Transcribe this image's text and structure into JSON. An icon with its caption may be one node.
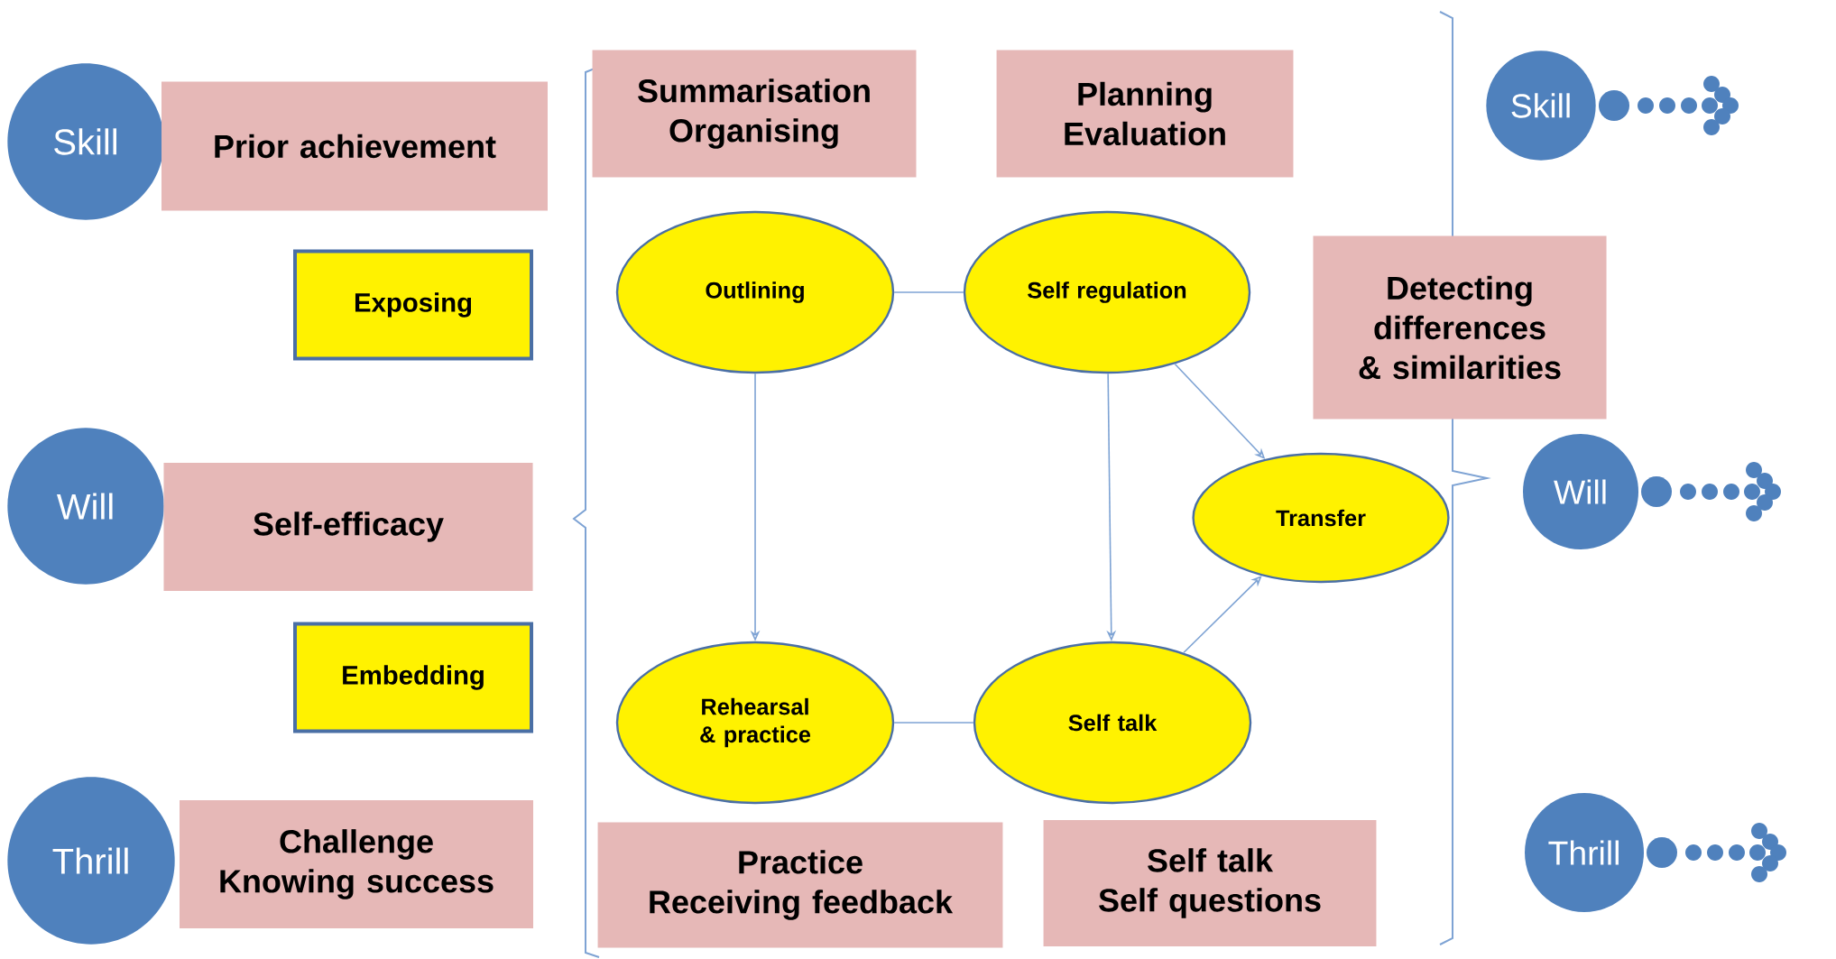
{
  "diagram": {
    "nodes": [
      {
        "text": [
          "Skill"
        ]
      },
      {
        "text": [
          "Prior achievement"
        ]
      },
      {
        "text": [
          "Exposing"
        ]
      },
      {
        "text": [
          "Will"
        ]
      },
      {
        "text": [
          "Self-efficacy"
        ]
      },
      {
        "text": [
          "Embedding"
        ]
      },
      {
        "text": [
          "Thrill"
        ]
      },
      {
        "text": [
          "Challenge",
          "Knowing success"
        ]
      },
      {
        "text": [
          "Summarisation",
          "Organising"
        ]
      },
      {
        "text": [
          "Planning",
          "Evaluation"
        ]
      },
      {
        "text": [
          "Outlining"
        ]
      },
      {
        "text": [
          "Self regulation"
        ]
      },
      {
        "text": [
          "Transfer"
        ]
      },
      {
        "text": [
          "Rehearsal & practice"
        ]
      },
      {
        "text": [
          "Self talk"
        ]
      },
      {
        "text": [
          "Practice",
          "Receiving feedback"
        ]
      },
      {
        "text": [
          "Self talk",
          "Self questions"
        ]
      },
      {
        "text": [
          "Detecting differences & similarities"
        ]
      },
      {
        "text": [
          "Skill"
        ]
      },
      {
        "text": [
          "Will"
        ]
      },
      {
        "text": [
          "Thrill"
        ]
      }
    ],
    "edges": [
      {
        "from": 10,
        "to": 11,
        "arrow": "none"
      },
      {
        "from": 10,
        "to": 13,
        "arrow": "to"
      },
      {
        "from": 11,
        "to": 14,
        "arrow": "to"
      },
      {
        "from": 11,
        "to": 12,
        "arrow": "to"
      },
      {
        "from": 13,
        "to": 14,
        "arrow": "none"
      },
      {
        "from": 14,
        "to": 12,
        "arrow": "to"
      }
    ]
  }
}
